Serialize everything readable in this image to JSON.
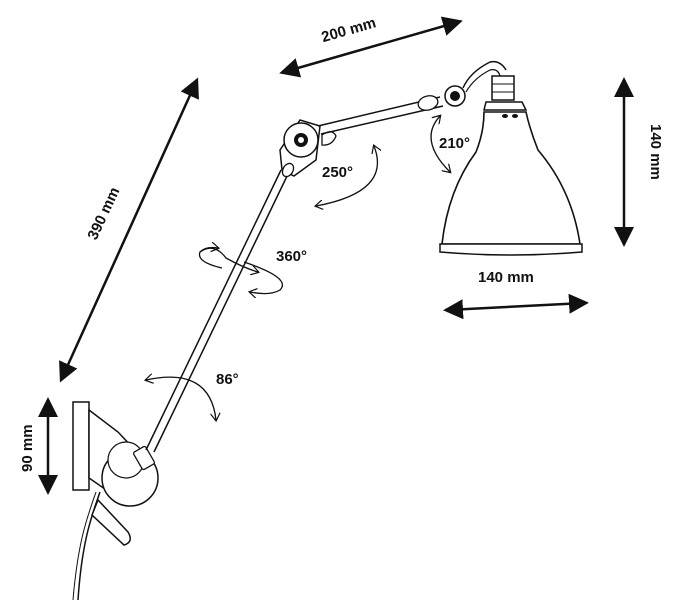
{
  "dimensions": {
    "arm_upper": "200 mm",
    "arm_lower": "390 mm",
    "shade_height": "140 mm",
    "shade_width": "140 mm",
    "base_height": "90 mm"
  },
  "angles": {
    "shade_joint": "210°",
    "elbow_joint": "250°",
    "arm_rotation": "360°",
    "base_joint": "86°"
  }
}
